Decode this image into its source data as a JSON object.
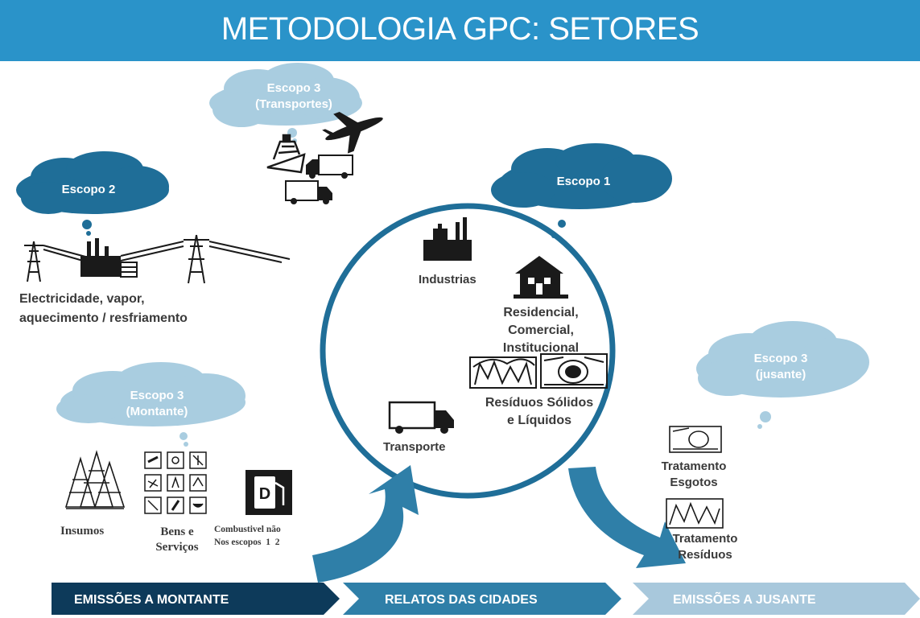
{
  "title": "METODOLOGIA GPC: SETORES",
  "clouds": {
    "transport": {
      "line1": "Escopo 3",
      "line2": "(Transportes)"
    },
    "scope2": {
      "label": "Escopo 2"
    },
    "scope1": {
      "label": "Escopo 1"
    },
    "upstream": {
      "line1": "Escopo 3",
      "line2": "(Montante)"
    },
    "downstream": {
      "line1": "Escopo 3",
      "line2": "(jusante)"
    }
  },
  "labels": {
    "electricity_line1": "Electricidade, vapor,",
    "electricity_line2": "aquecimento / resfriamento",
    "industrias": "Industrias",
    "residencial_line1": "Residencial,",
    "residencial_line2": "Comercial,",
    "residencial_line3": "Institucional",
    "residuos_line1": "Resíduos Sólidos",
    "residuos_line2": "e Líquidos",
    "transporte": "Transporte",
    "insumos": "Insumos",
    "bens_line1": "Bens e",
    "bens_line2": "Serviços",
    "combustivel_line1": "Combustivel não",
    "combustivel_line2": "Nos escopos  1  2",
    "tratamento_esgotos_line1": "Tratamento",
    "tratamento_esgotos_line2": "Esgotos",
    "tratamento_residuos_line1": "Tratamento",
    "tratamento_residuos_line2": "Resíduos"
  },
  "bottom_bar": {
    "upstream": "EMISSÕES A MONTANTE",
    "city": "RELATOS DAS CIDADES",
    "downstream": "EMISSÕES A JUSANTE"
  },
  "colors": {
    "title_bar": "#2a93c9",
    "dark_blue": "#0d3a5a",
    "mid_blue": "#2f7fa8",
    "light_blue": "#9ec3d8",
    "circle": "#1f6e98",
    "cloud_dark": "#1f6e98",
    "cloud_light": "#a9cde0"
  },
  "icons": [
    "airplane-icon",
    "ship-icon",
    "truck-icon",
    "power-tower-icon",
    "power-plant-icon",
    "factory-icon",
    "house-icon",
    "waste-icon",
    "sewage-pipe-icon",
    "forest-icon",
    "goods-grid-icon",
    "fuel-pump-icon"
  ]
}
